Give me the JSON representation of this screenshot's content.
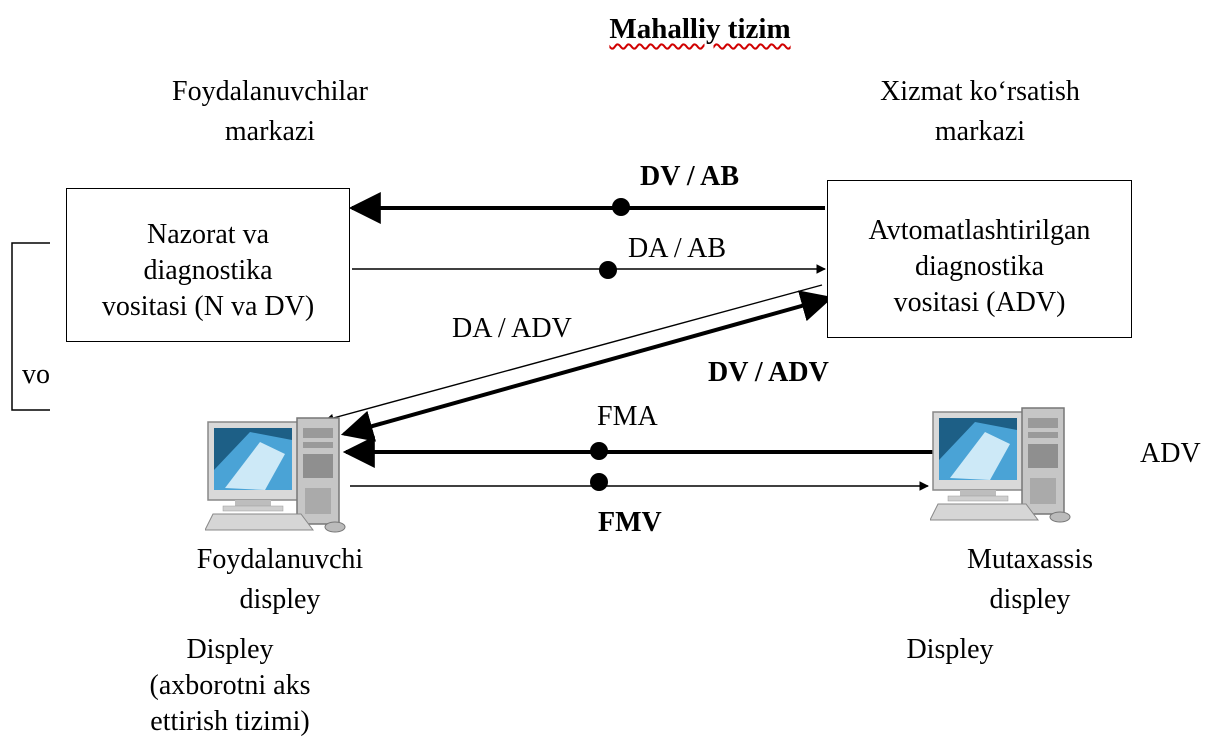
{
  "title": "Mahalliy tizim",
  "users_center": "Foydalanuvchilar\nmarkazi",
  "service_center": "Xizmat ko‘rsatish\nmarkazi",
  "box_left": "Nazorat va\ndiagnostika\nvositasi (N va DV)",
  "box_right": "Avtomatlashtirilgan\ndiagnostika\nvositasi (ADV)",
  "labels": {
    "dv_ab": "DV / AB",
    "da_ab": "DA / AB",
    "da_adv": "DA / ADV",
    "dv_adv": "DV / ADV",
    "fma": "FMA",
    "fmv": "FMV"
  },
  "left_cut": "vo",
  "right_cut": "ADV",
  "user_display": "Foydalanuvchi\ndispley",
  "expert_display": "Mutaxassis\ndispley",
  "display_left": "Displey\n(axborotni aks\nettirish tizimi)",
  "display_right": "Displey",
  "icons": {
    "left_pc": "desktop-computer-icon",
    "right_pc": "desktop-computer-icon"
  }
}
